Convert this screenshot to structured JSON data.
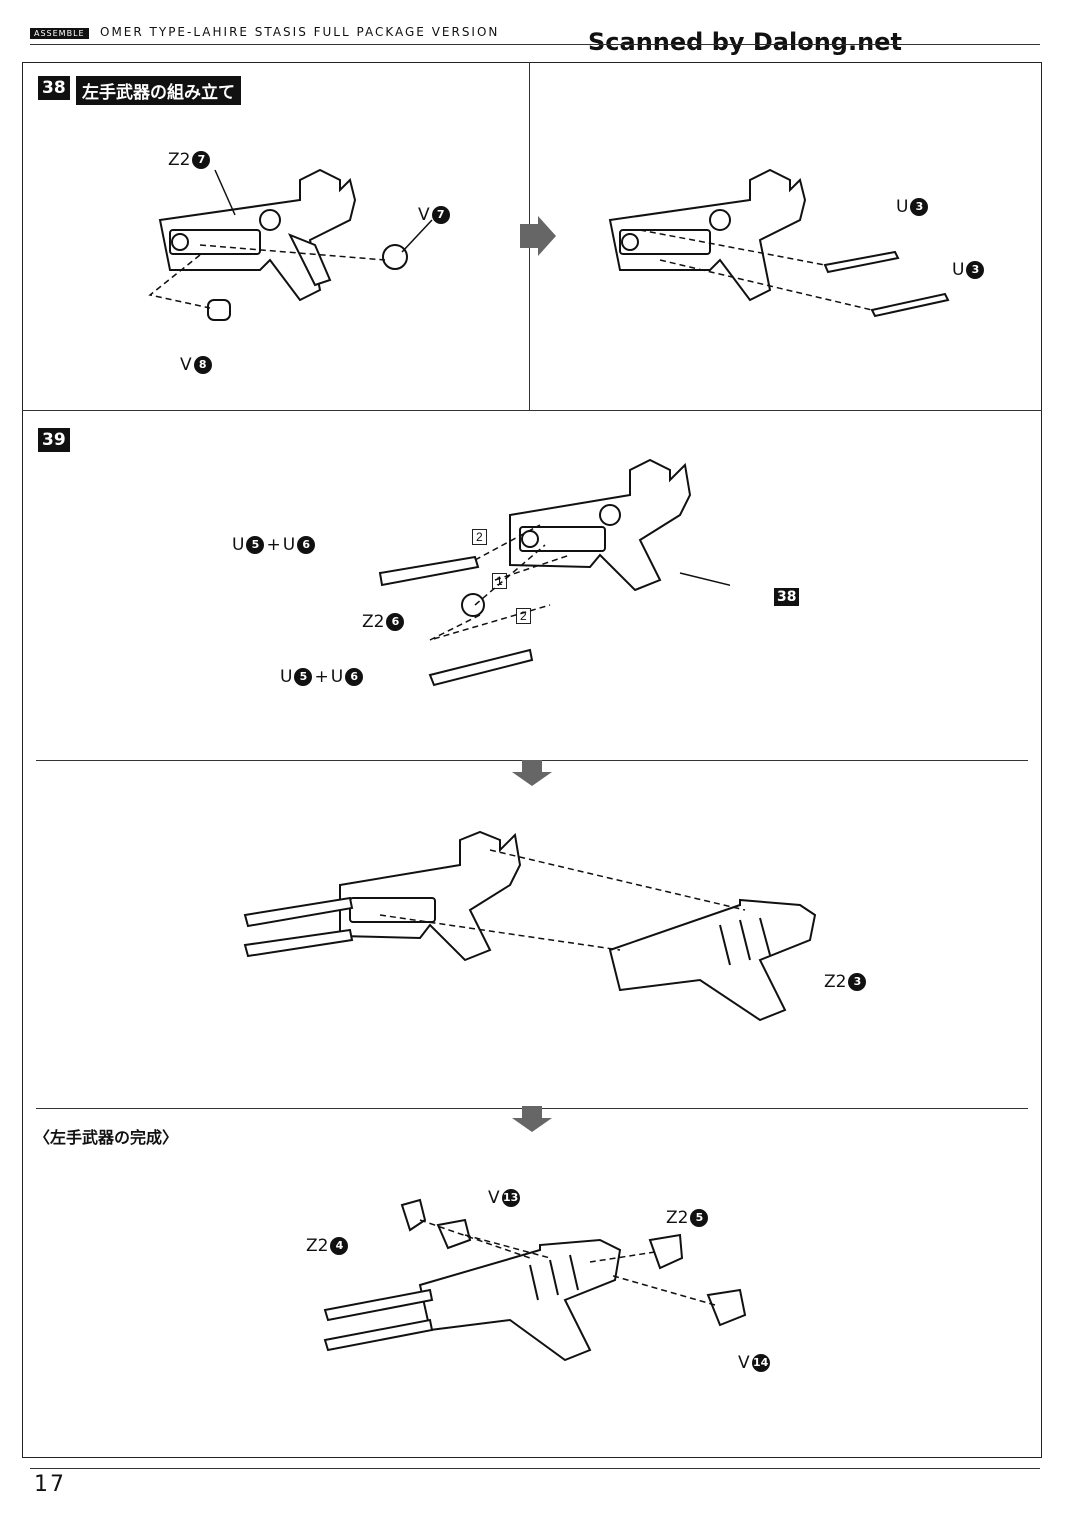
{
  "header": {
    "assemble_tag": "ASSEMBLE",
    "product_name": "OMER TYPE-LAHIRE STASIS FULL PACKAGE VERSION",
    "watermark": "Scanned by Dalong.net"
  },
  "step38": {
    "number": "38",
    "title": "左手武器の組み立て",
    "left": {
      "labels": [
        {
          "part": "Z2",
          "num": "7"
        },
        {
          "part": "V",
          "num": "7"
        },
        {
          "part": "V",
          "num": "8"
        }
      ]
    },
    "right": {
      "labels": [
        {
          "part": "U",
          "num": "3"
        },
        {
          "part": "U",
          "num": "3"
        }
      ]
    }
  },
  "step39": {
    "number": "39",
    "labels": {
      "top_combo": {
        "a_part": "U",
        "a_num": "5",
        "plus": "+",
        "b_part": "U",
        "b_num": "6"
      },
      "middle": {
        "part": "Z2",
        "num": "6"
      },
      "bottom_combo": {
        "a_part": "U",
        "a_num": "5",
        "plus": "+",
        "b_part": "U",
        "b_num": "6"
      },
      "ref_step": "38",
      "order_marks": [
        "2",
        "1",
        "2"
      ]
    },
    "sub2_label": {
      "part": "Z2",
      "num": "3"
    }
  },
  "completion": {
    "title": "〈左手武器の完成〉",
    "labels": [
      {
        "part": "Z2",
        "num": "4"
      },
      {
        "part": "V",
        "num": "13"
      },
      {
        "part": "Z2",
        "num": "5"
      },
      {
        "part": "V",
        "num": "14"
      }
    ]
  },
  "footer": {
    "page_number": "17"
  }
}
